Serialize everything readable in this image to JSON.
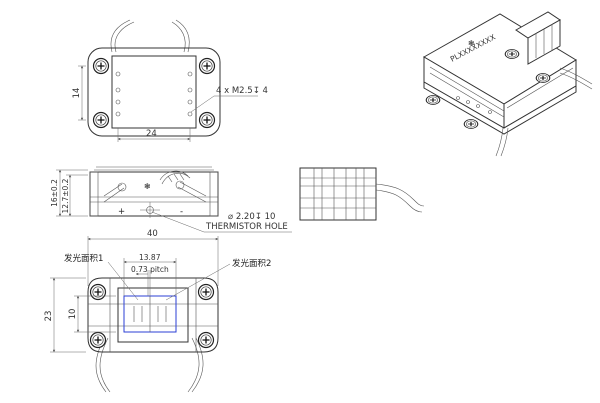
{
  "top_view": {
    "height_dim": "14",
    "width_dim": "24",
    "hole_callout": "4 x M2.5↧ 4"
  },
  "front_view": {
    "height_dim_1": "16±0.2",
    "height_dim_2": "12.7±0.2",
    "plus_sign": "+",
    "minus_sign": "-",
    "hole_callout": "⌀ 2.20↧ 10",
    "hole_label": "THERMISTOR HOLE"
  },
  "bottom_view": {
    "overall_width": "40",
    "emit_area_1": "发光面积1",
    "emit_area_2": "发光面积2",
    "inner_width": "13.87",
    "pitch": "0.73 pitch",
    "height_dim": "23",
    "inner_height": "10"
  },
  "iso_view": {
    "part_marking": "PLXXXXXXXX"
  }
}
